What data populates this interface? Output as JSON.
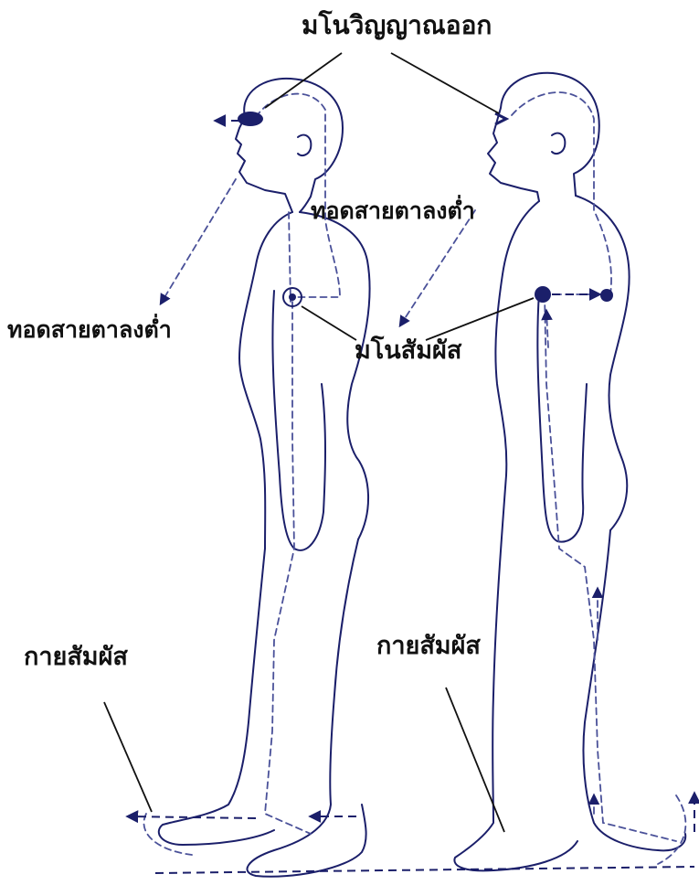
{
  "labels": {
    "mind_consciousness_out": "มโนวิญญาณออก",
    "gaze_down_right": "ทอดสายตาลงต่ำ",
    "gaze_down_left": "ทอดสายตาลงต่ำ",
    "mind_contact": "มโนสัมผัส",
    "body_contact_left": "กายสัมผัส",
    "body_contact_right": "กายสัมผัส"
  },
  "colors": {
    "outline": "#1b1f6a",
    "dashed_path": "#4a5199",
    "label_text": "#111111",
    "background": "#ffffff"
  }
}
